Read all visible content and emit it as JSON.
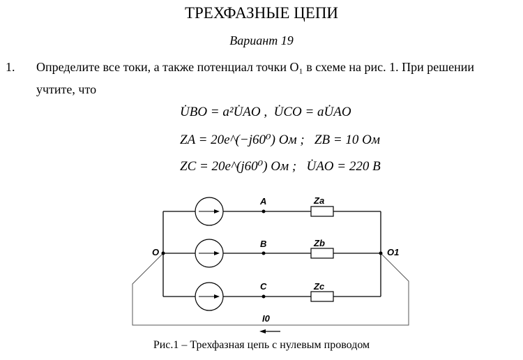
{
  "title": "ТРЕХФАЗНЫЕ ЦЕПИ",
  "variant": "Вариант 19",
  "task": {
    "number": "1.",
    "line1": "Определите все токи, а также потенциал точки O₁ в схеме на рис. 1. При решении",
    "line2": "учтите, что"
  },
  "formulas": {
    "f1": "U̇BO = a²U̇AO ,  U̇CO = aU̇AO",
    "f2": "ZA = 20e^(−j60⁰) Ом ;   ZB = 10 Ом",
    "f3": "ZC = 20e^(j60⁰) Ом ;   U̇AO = 220 В"
  },
  "diagram": {
    "node_a": "A",
    "node_b": "B",
    "node_c": "C",
    "z_a": "Za",
    "z_b": "Zb",
    "z_c": "Zc",
    "node_o": "O",
    "node_o1": "O1",
    "current": "I0"
  },
  "caption": "Рис.1 – Трехфазная цепь с нулевым проводом"
}
